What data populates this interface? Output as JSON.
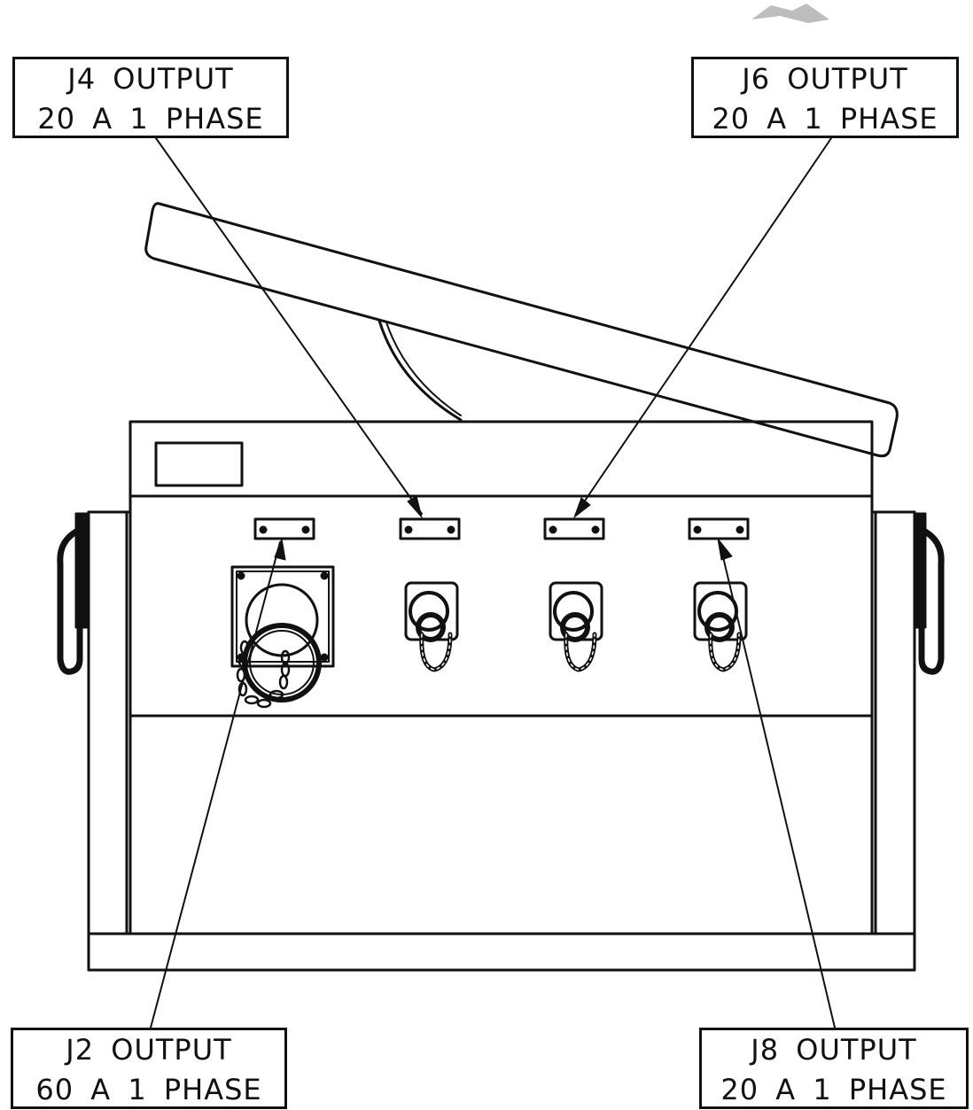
{
  "colors": {
    "line": "#111111",
    "background": "#ffffff",
    "mark": "#bdbdbd"
  },
  "callouts": {
    "j4": {
      "line1": "J4 OUTPUT",
      "line2": "20 A 1 PHASE"
    },
    "j6": {
      "line1": "J6 OUTPUT",
      "line2": "20 A 1 PHASE"
    },
    "j2": {
      "line1": "J2 OUTPUT",
      "line2": "60 A 1 PHASE"
    },
    "j8": {
      "line1": "J8 OUTPUT",
      "line2": "20 A 1 PHASE"
    }
  },
  "icons": {
    "handles": "side-handle-icon",
    "connectors": "receptacle-icon",
    "chains": "chain-icon"
  }
}
